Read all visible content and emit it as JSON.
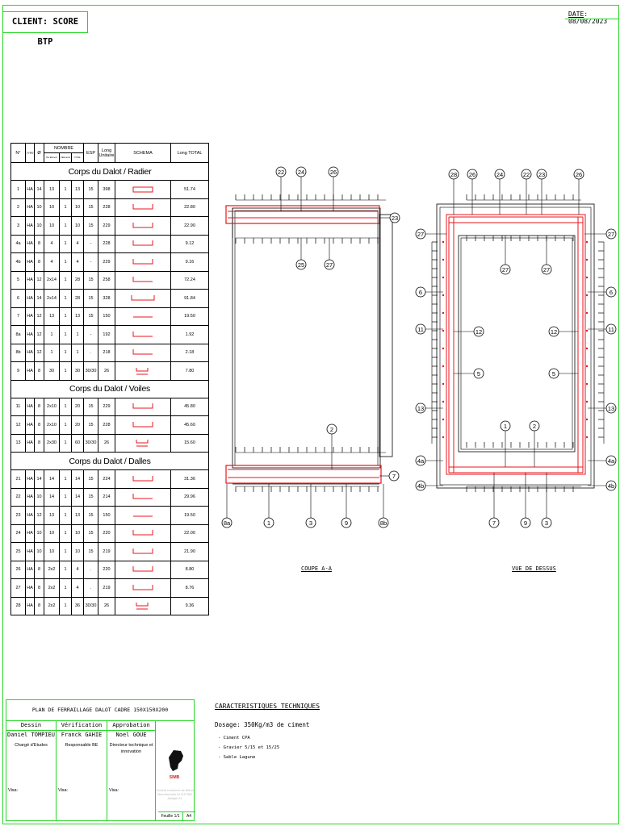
{
  "header": {
    "client_label": "CLIENT: SCORE BTP",
    "date_label": "DATE",
    "date_value": "08/08/2023"
  },
  "table": {
    "headers": {
      "num": "N°",
      "type": "TYPE",
      "diam": "Ø",
      "nombre": "NOMBRE",
      "nombre_sub": [
        "Par Elément",
        "d'Eléments",
        "TOTAL"
      ],
      "esp": "ESP",
      "long_unit": "Long Unitaire",
      "schema": "SCHEMA",
      "long_total": "Long TOTAL"
    },
    "sections": [
      {
        "title": "Corps du Dalot / Radier",
        "rows": [
          {
            "n": "1",
            "type": "HA",
            "d": "14",
            "pe": "13",
            "ne": "1",
            "tot": "13",
            "esp": "15",
            "lu": "398",
            "shape": "rect",
            "lt": "51.74"
          },
          {
            "n": "2",
            "type": "HA",
            "d": "10",
            "pe": "10",
            "ne": "1",
            "tot": "10",
            "esp": "15",
            "lu": "228",
            "shape": "u",
            "lt": "22.80"
          },
          {
            "n": "3",
            "type": "HA",
            "d": "10",
            "pe": "10",
            "ne": "1",
            "tot": "10",
            "esp": "15",
            "lu": "229",
            "shape": "u",
            "lt": "22.90"
          },
          {
            "n": "4a",
            "type": "HA",
            "d": "8",
            "pe": "4",
            "ne": "1",
            "tot": "4",
            "esp": "-",
            "lu": "228",
            "shape": "u",
            "lt": "9.12"
          },
          {
            "n": "4b",
            "type": "HA",
            "d": "8",
            "pe": "4",
            "ne": "1",
            "tot": "4",
            "esp": "-",
            "lu": "229",
            "shape": "u",
            "lt": "9.16"
          },
          {
            "n": "5",
            "type": "HA",
            "d": "12",
            "pe": "2x14",
            "ne": "1",
            "tot": "28",
            "esp": "15",
            "lu": "258",
            "shape": "l",
            "lt": "72.24"
          },
          {
            "n": "6",
            "type": "HA",
            "d": "14",
            "pe": "2x14",
            "ne": "1",
            "tot": "28",
            "esp": "15",
            "lu": "328",
            "shape": "ul",
            "lt": "91.84"
          },
          {
            "n": "7",
            "type": "HA",
            "d": "12",
            "pe": "13",
            "ne": "1",
            "tot": "13",
            "esp": "15",
            "lu": "150",
            "shape": "bar",
            "lt": "19.50"
          },
          {
            "n": "8a",
            "type": "HA",
            "d": "12",
            "pe": "1",
            "ne": "1",
            "tot": "1",
            "esp": "-",
            "lu": "192",
            "shape": "l",
            "lt": "1.92"
          },
          {
            "n": "8b",
            "type": "HA",
            "d": "12",
            "pe": "1",
            "ne": "1",
            "tot": "1",
            "esp": ".",
            "lu": "218",
            "shape": "l",
            "lt": "2.18"
          },
          {
            "n": "9",
            "type": "HA",
            "d": "8",
            "pe": "30",
            "ne": "1",
            "tot": "30",
            "esp": "30/30",
            "lu": "26",
            "shape": "hook",
            "lt": "7.80"
          }
        ]
      },
      {
        "title": "Corps du Dalot / Voiles",
        "rows": [
          {
            "n": "11",
            "type": "HA",
            "d": "8",
            "pe": "2x10",
            "ne": "1",
            "tot": "20",
            "esp": "15",
            "lu": "229",
            "shape": "u",
            "lt": "45.80"
          },
          {
            "n": "12",
            "type": "HA",
            "d": "8",
            "pe": "2x10",
            "ne": "1",
            "tot": "20",
            "esp": "15",
            "lu": "228",
            "shape": "u",
            "lt": "45.60"
          },
          {
            "n": "13",
            "type": "HA",
            "d": "8",
            "pe": "2x30",
            "ne": "1",
            "tot": "60",
            "esp": "30/30",
            "lu": "26",
            "shape": "hook",
            "lt": "15.60"
          }
        ]
      },
      {
        "title": "Corps du Dalot / Dalles",
        "rows": [
          {
            "n": "21",
            "type": "HA",
            "d": "14",
            "pe": "14",
            "ne": "1",
            "tot": "14",
            "esp": "15",
            "lu": "224",
            "shape": "u",
            "lt": "31.36"
          },
          {
            "n": "22",
            "type": "HA",
            "d": "10",
            "pe": "14",
            "ne": "1",
            "tot": "14",
            "esp": "15",
            "lu": "214",
            "shape": "l",
            "lt": "29.96"
          },
          {
            "n": "23",
            "type": "HA",
            "d": "12",
            "pe": "13",
            "ne": "1",
            "tot": "13",
            "esp": "15",
            "lu": "150",
            "shape": "bar",
            "lt": "19.50"
          },
          {
            "n": "24",
            "type": "HA",
            "d": "10",
            "pe": "10",
            "ne": "1",
            "tot": "10",
            "esp": "15",
            "lu": "220",
            "shape": "u",
            "lt": "22.00"
          },
          {
            "n": "25",
            "type": "HA",
            "d": "10",
            "pe": "10",
            "ne": "1",
            "tot": "10",
            "esp": "15",
            "lu": "219",
            "shape": "u",
            "lt": "21.90"
          },
          {
            "n": "26",
            "type": "HA",
            "d": "8",
            "pe": "2x2",
            "ne": "1",
            "tot": "4",
            "esp": ".",
            "lu": "220",
            "shape": "u",
            "lt": "8.80"
          },
          {
            "n": "27",
            "type": "HA",
            "d": "8",
            "pe": "2x2",
            "ne": "1",
            "tot": "4",
            "esp": ".",
            "lu": "219",
            "shape": "u",
            "lt": "8.76"
          },
          {
            "n": "28",
            "type": "HA",
            "d": "8",
            "pe": "2x2",
            "ne": "1",
            "tot": "36",
            "esp": "30/30",
            "lu": "26",
            "shape": "hook",
            "lt": "9.36"
          }
        ]
      }
    ]
  },
  "drawings": {
    "coupe": {
      "title": "COUPE A-A",
      "top_labels": [
        "22",
        "24",
        "26"
      ],
      "right_top_label": "23",
      "under_top_labels": [
        "25",
        "27"
      ],
      "mid_label": "2",
      "right_bottom_label": "7",
      "bottom_labels": [
        "8a",
        "1",
        "3",
        "9",
        "8b"
      ]
    },
    "dessus": {
      "title": "VUE DE DESSUS",
      "top_labels": [
        "28",
        "26",
        "24",
        "22",
        "23",
        "26"
      ],
      "side_labels": [
        "27",
        "6",
        "11",
        "13",
        "4a",
        "4b"
      ],
      "inner_top_labels": [
        "27",
        "27"
      ],
      "inner_labels": [
        "12",
        "5",
        "12",
        "5"
      ],
      "inner_bottom_labels": [
        "1",
        "2"
      ],
      "bottom_labels": [
        "7",
        "9",
        "3"
      ]
    }
  },
  "title_block": {
    "title": "PLAN DE FERRAILLAGE DALOT CADRE 150X150X200",
    "columns": [
      {
        "head": "Dessin",
        "name": "Daniel TOMPIEU",
        "role": "Chargé d'Etudes",
        "visa": "Visa:"
      },
      {
        "head": "Vérification",
        "name": "Franck GAHIE",
        "role": "Responsable BE",
        "visa": "Visa:"
      },
      {
        "head": "Approbation",
        "name": "Noel GOUE",
        "role": "Directeur technique et innovation",
        "visa": "Visa:"
      }
    ],
    "logo_text": "SIMB",
    "address": "Société Ivoirienne de Béton Manufacturés 01 B.P 862 Abidjan 01",
    "sheet_label": "Feuille 1/1",
    "format": "A4"
  },
  "caracteristiques": {
    "title": "CARACTERISTIQUES TECHNIQUES",
    "dosage": "Dosage: 350Kg/m3 de ciment",
    "items": [
      "- Ciment CPA",
      "- Gravier 5/15 et 15/25",
      "- Sable Lagune"
    ]
  },
  "colors": {
    "frame": "#27d627",
    "rebar": "#e8141c",
    "line": "#000000"
  }
}
